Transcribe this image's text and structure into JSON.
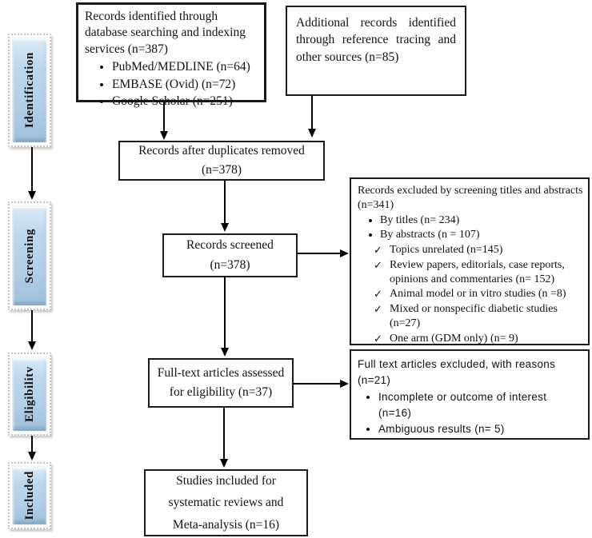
{
  "icons": {
    "check": "✓"
  },
  "sidebar": {
    "stages": [
      {
        "label": "Identification"
      },
      {
        "label": "Screening"
      },
      {
        "label": "Eligibilitv"
      },
      {
        "label": "Included"
      }
    ]
  },
  "boxes": {
    "identification_sources": {
      "text": "Records identified through database searching and indexing services (n=387)",
      "items": [
        "PubMed/MEDLINE (n=64)",
        "EMBASE (Ovid) (n=72)",
        "Google Scholar (n=251)"
      ]
    },
    "additional_records": {
      "text": "Additional records identified through reference tracing and other sources (n=85)"
    },
    "duplicates_removed": {
      "line1": "Records after duplicates removed",
      "line2": "(n=378)"
    },
    "records_screened": {
      "line1": "Records screened",
      "line2": "(n=378)"
    },
    "excluded_screening": {
      "title": "Records excluded by screening titles and abstracts (n=341)",
      "items": [
        "By titles (n= 234)",
        "By abstracts (n = 107)"
      ],
      "sub_items": [
        "Topics unrelated (n=145)",
        "Review papers, editorials, case reports, opinions and commentaries (n= 152)",
        "Animal model or in vitro studies (n =8)",
        "Mixed or nonspecific diabetic studies (n=27)",
        "One arm (GDM only) (n= 9)"
      ]
    },
    "fulltext_assessed": {
      "line1": "Full-text articles assessed",
      "line2": "for eligibility (n=37)"
    },
    "excluded_fulltext": {
      "title": "Full text articles excluded, with reasons (n=21)",
      "items": [
        "Incomplete or outcome of interest (n=16)",
        "Ambiguous results (n= 5)"
      ]
    },
    "studies_included": {
      "line1": "Studies included for",
      "line2": "systematic reviews and",
      "line3": "Meta-analysis (n=16)"
    }
  }
}
